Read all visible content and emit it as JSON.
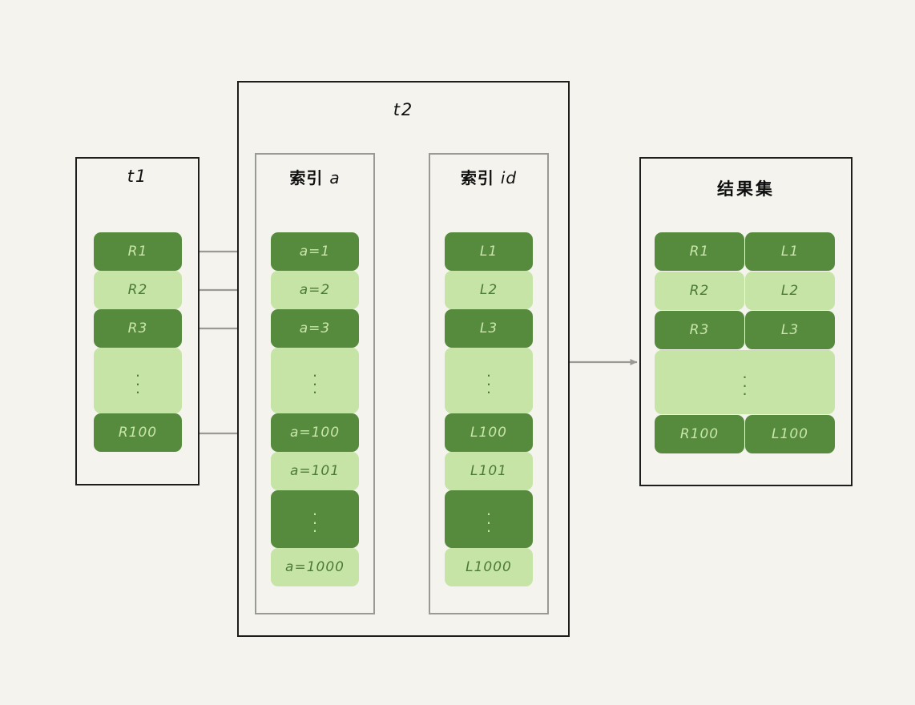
{
  "diagram": {
    "background_color": "#f4f3ed",
    "dark_cell_color": "#568b3e",
    "light_cell_color": "#c5e4a6",
    "connector_color": "#9a9a94",
    "outer_border_color": "#1d1d1b",
    "inner_border_color": "#9a9a94"
  },
  "t1": {
    "title": "t1",
    "rows": [
      {
        "label": "R1",
        "tone": "dark",
        "kind": "value"
      },
      {
        "label": "R2",
        "tone": "light",
        "kind": "value"
      },
      {
        "label": "R3",
        "tone": "dark",
        "kind": "value"
      },
      {
        "label": "",
        "tone": "light",
        "kind": "ellipsis"
      },
      {
        "label": "R100",
        "tone": "dark",
        "kind": "value"
      }
    ]
  },
  "t2": {
    "title": "t2",
    "index_a": {
      "title": "索引 a",
      "title_cjk": "索引",
      "title_latin": "a",
      "rows": [
        {
          "label": "a=1",
          "tone": "dark",
          "kind": "value"
        },
        {
          "label": "a=2",
          "tone": "light",
          "kind": "value"
        },
        {
          "label": "a=3",
          "tone": "dark",
          "kind": "value"
        },
        {
          "label": "",
          "tone": "light",
          "kind": "ellipsis"
        },
        {
          "label": "a=100",
          "tone": "dark",
          "kind": "value"
        },
        {
          "label": "a=101",
          "tone": "light",
          "kind": "value"
        },
        {
          "label": "",
          "tone": "dark",
          "kind": "ellipsis"
        },
        {
          "label": "a=1000",
          "tone": "light",
          "kind": "value"
        }
      ]
    },
    "index_id": {
      "title": "索引 id",
      "title_cjk": "索引",
      "title_latin": "id",
      "rows": [
        {
          "label": "L1",
          "tone": "dark",
          "kind": "value"
        },
        {
          "label": "L2",
          "tone": "light",
          "kind": "value"
        },
        {
          "label": "L3",
          "tone": "dark",
          "kind": "value"
        },
        {
          "label": "",
          "tone": "light",
          "kind": "ellipsis"
        },
        {
          "label": "L100",
          "tone": "dark",
          "kind": "value"
        },
        {
          "label": "L101",
          "tone": "light",
          "kind": "value"
        },
        {
          "label": "",
          "tone": "dark",
          "kind": "ellipsis"
        },
        {
          "label": "L1000",
          "tone": "light",
          "kind": "value"
        }
      ]
    }
  },
  "result_set": {
    "title": "结果集",
    "rows": [
      {
        "left": "R1",
        "right": "L1",
        "tone": "dark",
        "kind": "value"
      },
      {
        "left": "R2",
        "right": "L2",
        "tone": "light",
        "kind": "value"
      },
      {
        "left": "R3",
        "right": "L3",
        "tone": "dark",
        "kind": "value"
      },
      {
        "left": "",
        "right": "",
        "tone": "light",
        "kind": "ellipsis"
      },
      {
        "left": "R100",
        "right": "L100",
        "tone": "dark",
        "kind": "value"
      }
    ]
  },
  "connections": {
    "t1_to_index_a": [
      {
        "from": "R1",
        "to": "a=1"
      },
      {
        "from": "R2",
        "to": "a=2"
      },
      {
        "from": "R3",
        "to": "a=3"
      },
      {
        "from": "R100",
        "to": "a=100"
      }
    ],
    "index_a_to_index_id": [
      {
        "from": "a=1",
        "to": "L1"
      },
      {
        "from": "a=2",
        "to": "L2"
      },
      {
        "from": "a=3",
        "to": "L3"
      },
      {
        "from": "a=100",
        "to": "L100"
      },
      {
        "from": "a=101",
        "to": "L101"
      },
      {
        "from": "a=1000",
        "to": "L1000"
      }
    ],
    "t2_to_result_set": [
      {
        "from": "t2",
        "to": "结果集"
      }
    ]
  }
}
